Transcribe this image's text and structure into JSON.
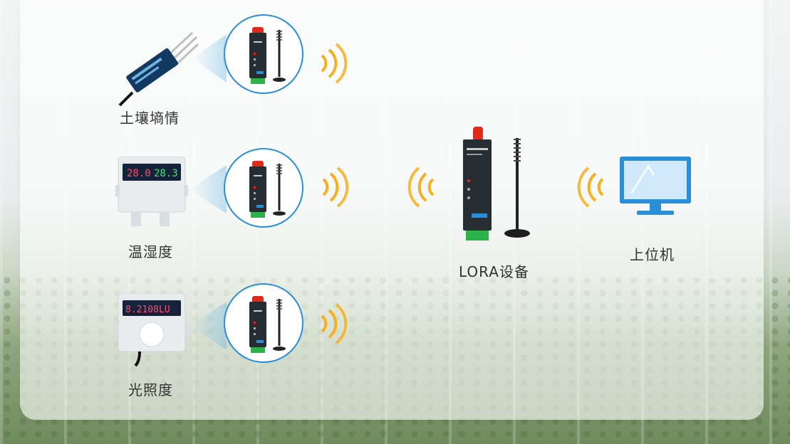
{
  "nodes": [
    {
      "id": "soil",
      "label": "土壤墒情",
      "icon": "soil-sensor-icon"
    },
    {
      "id": "temphum",
      "label": "温湿度",
      "icon": "temperature-humidity-sensor-icon",
      "display_left": "28.0",
      "display_right": "28.3"
    },
    {
      "id": "light",
      "label": "光照度",
      "icon": "light-sensor-icon",
      "display": "8.2108LU"
    }
  ],
  "gateway": {
    "label": "LORA设备",
    "icon": "lora-gateway-icon"
  },
  "host": {
    "label": "上位机",
    "icon": "monitor-icon"
  },
  "colors": {
    "accent": "#2a8fd6",
    "signal": "#f5b020",
    "antenna": "#e02a1a",
    "terminal": "#2db34a"
  }
}
